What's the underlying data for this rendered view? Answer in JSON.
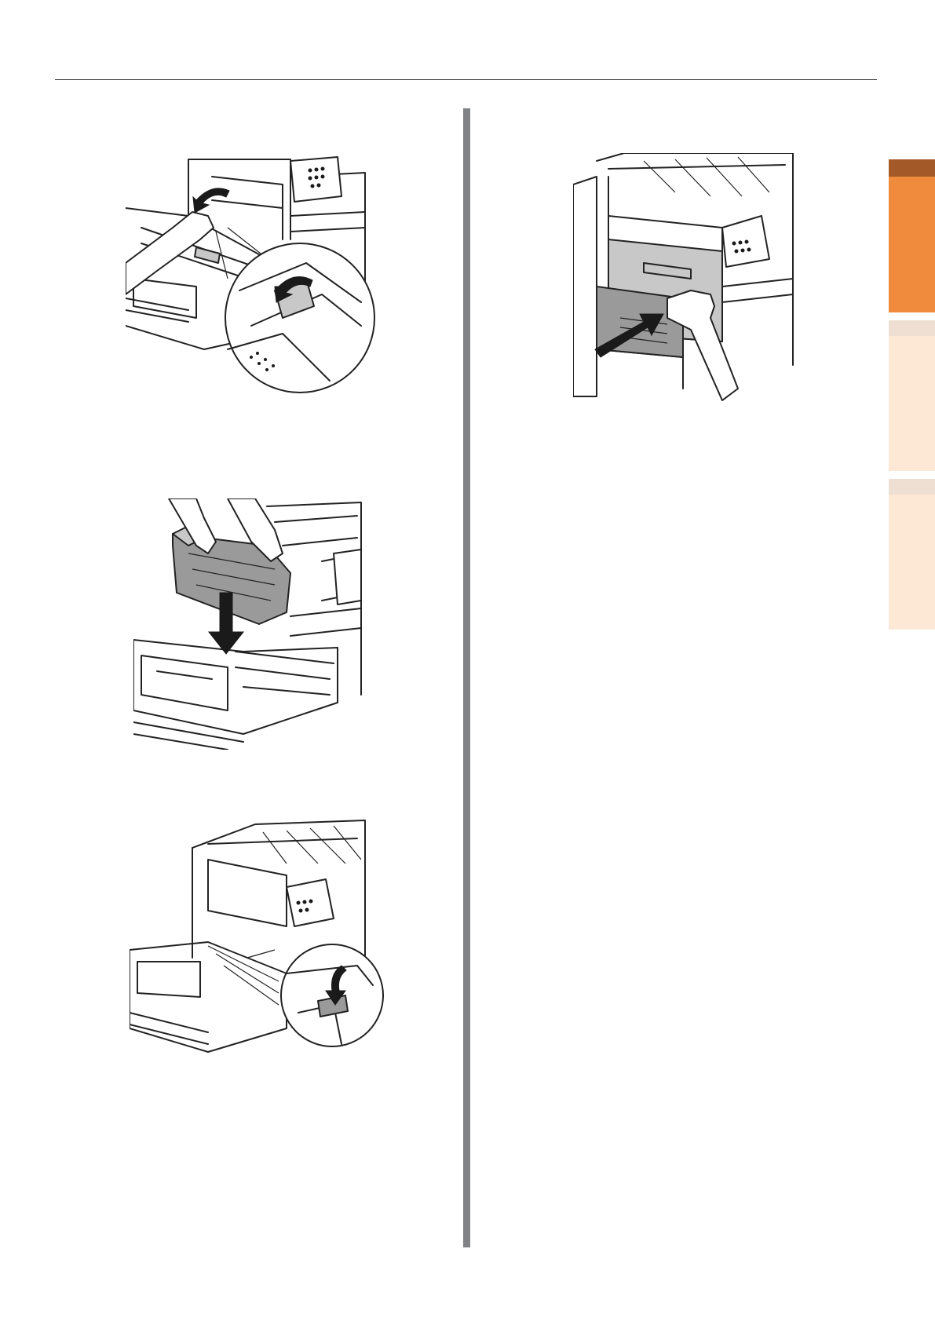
{
  "colors": {
    "rule": "#333333",
    "column_divider": "#808285",
    "tab_active_cap": "#a45a28",
    "tab_active": "#f08a3c",
    "tab_inactive_cap": "#eedfd2",
    "tab_inactive": "#fde8d5"
  },
  "tabs": [
    {
      "state": "active"
    },
    {
      "state": "inactive"
    },
    {
      "state": "inactive"
    }
  ],
  "illustrations": [
    {
      "icon": "release-fuser-lever-illustration"
    },
    {
      "icon": "insert-fuser-unit-illustration"
    },
    {
      "icon": "lock-fuser-lever-illustration"
    },
    {
      "icon": "close-side-cover-illustration"
    }
  ]
}
